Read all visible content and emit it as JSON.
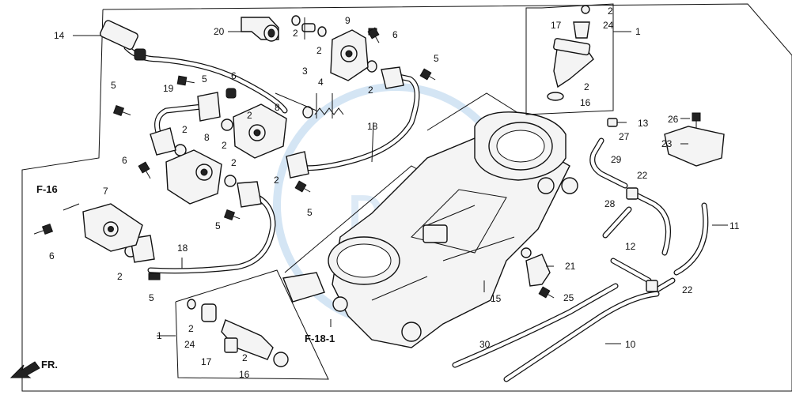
{
  "callouts": [
    "1",
    "2",
    "3",
    "4",
    "5",
    "6",
    "7",
    "8",
    "9",
    "10",
    "11",
    "12",
    "13",
    "14",
    "15",
    "16",
    "17",
    "18",
    "19",
    "20",
    "21",
    "22",
    "23",
    "24",
    "25",
    "26",
    "27",
    "28",
    "29",
    "30"
  ],
  "refs": {
    "f16": "F-16",
    "f18_1": "F-18-1",
    "front": "FR."
  },
  "watermark": "DFS",
  "colors": {
    "line": "#111111",
    "watermark": "#9fc6e6",
    "background": "#ffffff"
  }
}
